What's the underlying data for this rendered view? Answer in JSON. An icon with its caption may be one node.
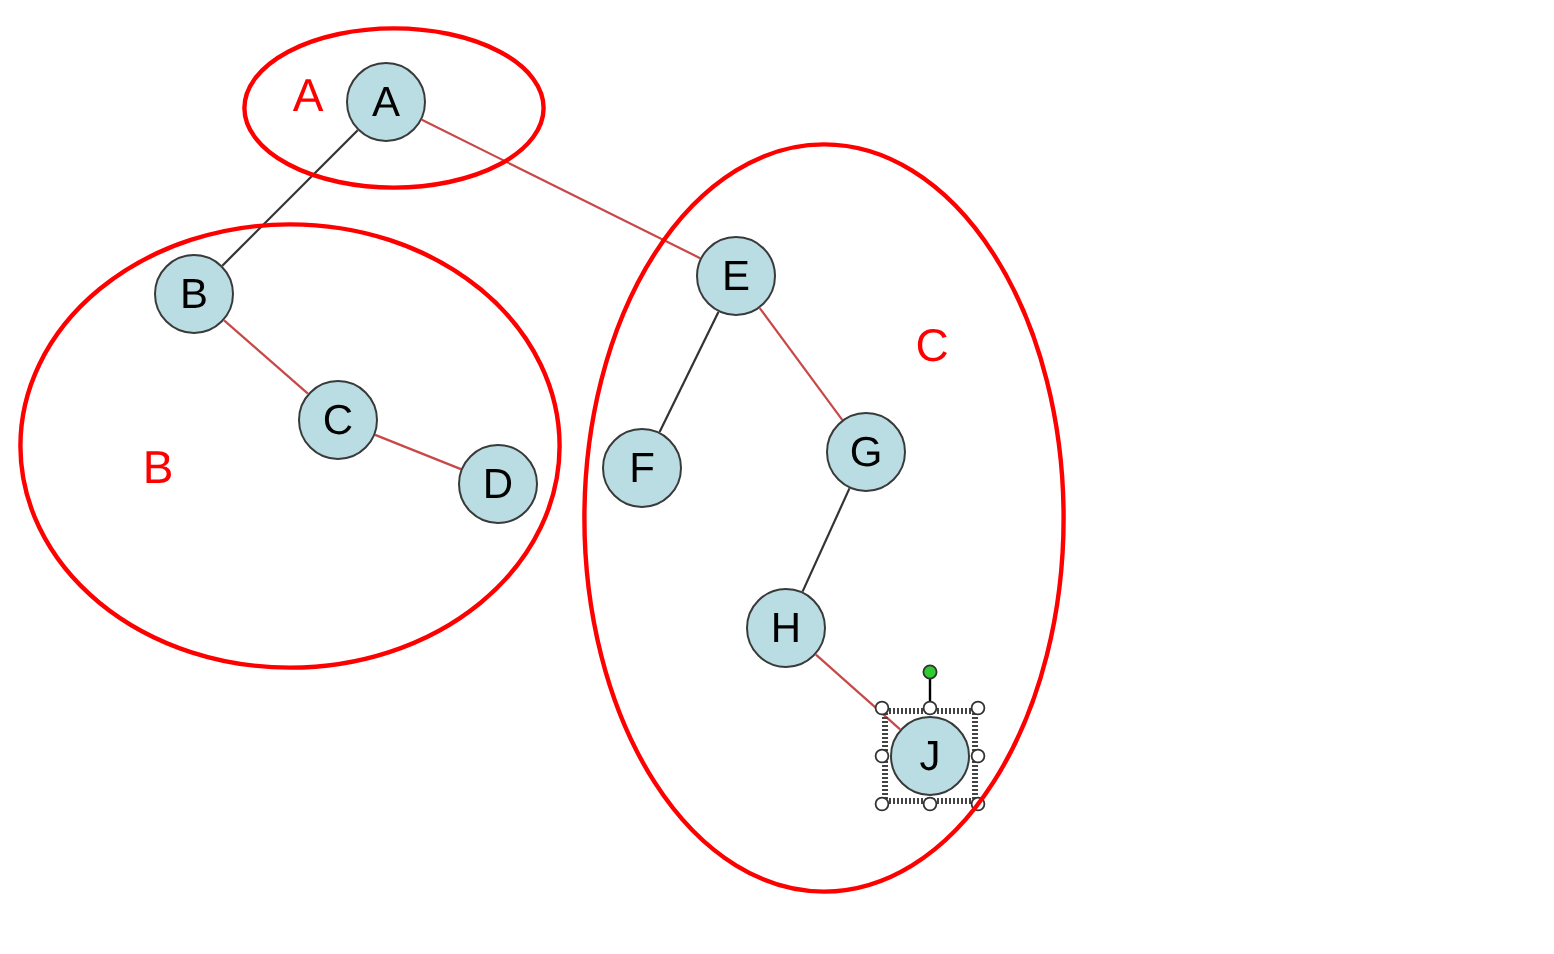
{
  "diagram": {
    "nodes": [
      {
        "text": [
          "A"
        ]
      },
      {
        "text": [
          "A"
        ],
        "in": 0
      },
      {
        "text": [
          "B"
        ]
      },
      {
        "text": [
          "B"
        ],
        "in": 2
      },
      {
        "text": [
          "C"
        ],
        "in": 2
      },
      {
        "text": [
          "D"
        ],
        "in": 2
      },
      {
        "text": [
          "C"
        ]
      },
      {
        "text": [
          "E"
        ],
        "in": 6
      },
      {
        "text": [
          "F"
        ],
        "in": 6
      },
      {
        "text": [
          "G"
        ],
        "in": 6
      },
      {
        "text": [
          "H"
        ],
        "in": 6
      },
      {
        "text": [
          "J"
        ],
        "in": 6
      }
    ],
    "edges": [
      {
        "from": 1,
        "to": 3,
        "arrow": "none",
        "color": "#333333"
      },
      {
        "from": 1,
        "to": 7,
        "arrow": "none"
      },
      {
        "from": 3,
        "to": 4,
        "arrow": "none"
      },
      {
        "from": 4,
        "to": 5,
        "arrow": "none"
      },
      {
        "from": 7,
        "to": 8,
        "arrow": "none",
        "color": "#333333"
      },
      {
        "from": 7,
        "to": 9,
        "arrow": "none"
      },
      {
        "from": 9,
        "to": 10,
        "arrow": "none",
        "color": "#333333"
      },
      {
        "from": 10,
        "to": 11,
        "arrow": "none"
      }
    ]
  }
}
